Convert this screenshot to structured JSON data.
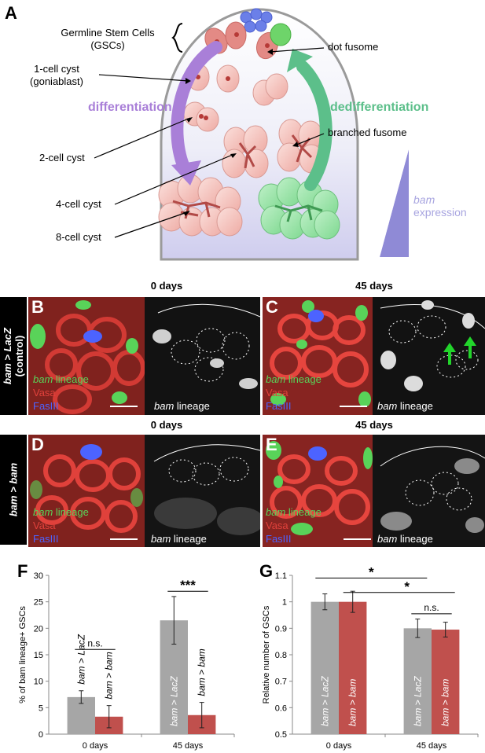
{
  "panel_a": {
    "letter": "A",
    "labels": {
      "gsc": "Germline Stem Cells",
      "gsc_abbr": "(GSCs)",
      "one_cell": "1-cell cyst",
      "one_cell_sub": "(goniablast)",
      "two_cell": "2-cell cyst",
      "four_cell": "4-cell cyst",
      "eight_cell": "8-cell cyst",
      "dot_fusome": "dot fusome",
      "branched_fusome": "branched fusome",
      "differentiation": "differentiation",
      "dedifferentiation": "dedifferentiation",
      "bam": "bam",
      "expression": "expression"
    },
    "colors": {
      "differentiation": "#a97fd8",
      "dedifferentiation": "#5cbf8a",
      "cyst": "#f0b7b0",
      "gsc": "#e07f7a",
      "hub": "#6b7fe8",
      "bam_gradient": "#8f8ad6"
    }
  },
  "micro": {
    "day0": "0 days",
    "day45": "45 days",
    "row1_label_1": "bam > LacZ",
    "row1_label_2": "(control)",
    "row2_label": "bam > bam",
    "legend_bam": "bam",
    "legend_lineage": " lineage",
    "legend_vasa": "Vasa",
    "legend_fas": "FasIII",
    "gray_bam": "bam",
    "gray_lineage": " lineage",
    "panels": {
      "b": "B",
      "c": "C",
      "d": "D",
      "e": "E"
    },
    "colors": {
      "green": "#59d359",
      "red": "#e0413b",
      "blue": "#4c63ff",
      "arrow": "#22d52b"
    }
  },
  "chart_data": [
    {
      "panel": "F",
      "type": "bar",
      "ylabel": "% of bam lineage+ GSCs",
      "ylim": [
        0,
        30
      ],
      "yticks": [
        0,
        5,
        10,
        15,
        20,
        25,
        30
      ],
      "categories": [
        "0 days",
        "45 days"
      ],
      "series": [
        {
          "name": "bam > LacZ",
          "color": "#a6a6a6",
          "values": [
            7.0,
            21.5
          ],
          "errors": [
            1.2,
            4.5
          ]
        },
        {
          "name": "bam > bam",
          "color": "#c0504d",
          "values": [
            3.3,
            3.6
          ],
          "errors": [
            2.1,
            2.4
          ]
        }
      ],
      "annotations": [
        {
          "group": 0,
          "text": "n.s."
        },
        {
          "group": 1,
          "text": "***"
        }
      ],
      "grid": false
    },
    {
      "panel": "G",
      "type": "bar",
      "ylabel": "Relative number of GSCs",
      "ylim": [
        0.5,
        1.1
      ],
      "yticks": [
        "0.5",
        "0.6",
        "0.7",
        "0.8",
        "0.9",
        "1",
        "1.1"
      ],
      "categories": [
        "0 days",
        "45 days"
      ],
      "series": [
        {
          "name": "bam > LacZ",
          "color": "#a6a6a6",
          "values": [
            1.0,
            0.9
          ],
          "errors": [
            0.03,
            0.035
          ]
        },
        {
          "name": "bam > bam",
          "color": "#c0504d",
          "values": [
            1.0,
            0.895
          ],
          "errors": [
            0.04,
            0.028
          ]
        }
      ],
      "annotations": [
        {
          "text": "*",
          "span": "LacZ 0 days vs LacZ 45 days"
        },
        {
          "text": "*",
          "span": "bam 0 days vs bam 45 days"
        },
        {
          "text": "n.s.",
          "span": "45 days LacZ vs bam"
        }
      ],
      "grid": false
    }
  ]
}
